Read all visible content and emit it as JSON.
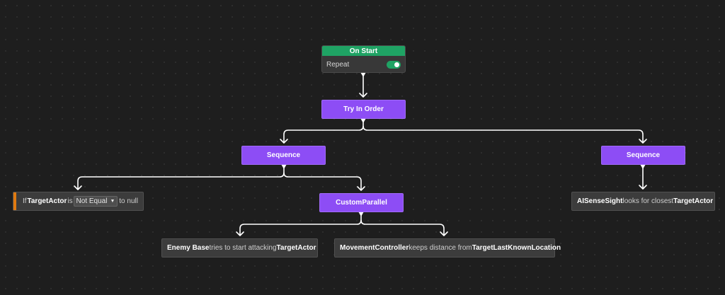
{
  "graph": {
    "on_start": {
      "title": "On Start",
      "repeat_label": "Repeat",
      "repeat_enabled": true,
      "header_color": "#1fa364"
    },
    "try_in_order": {
      "label": "Try In Order"
    },
    "sequence_left": {
      "label": "Sequence"
    },
    "sequence_right": {
      "label": "Sequence"
    },
    "custom_parallel": {
      "label": "CustomParallel"
    },
    "condition": {
      "prefix": "If",
      "subject": "TargetActor",
      "verb": "is",
      "operator": "Not Equal",
      "suffix": "to null",
      "accent_color": "#e07a10"
    },
    "ai_sense_sight": {
      "subject": "AISenseSight",
      "text": "looks for closest",
      "target": "TargetActor"
    },
    "enemy_base": {
      "subject": "Enemy Base",
      "text": "tries to start attacking",
      "target": "TargetActor"
    },
    "movement_controller": {
      "subject": "MovementController",
      "text": "keeps distance from",
      "target": "TargetLastKnownLocation"
    }
  },
  "colors": {
    "composite_node": "#8d4df5",
    "background": "#1e1e1e",
    "edge": "#ffffff"
  }
}
